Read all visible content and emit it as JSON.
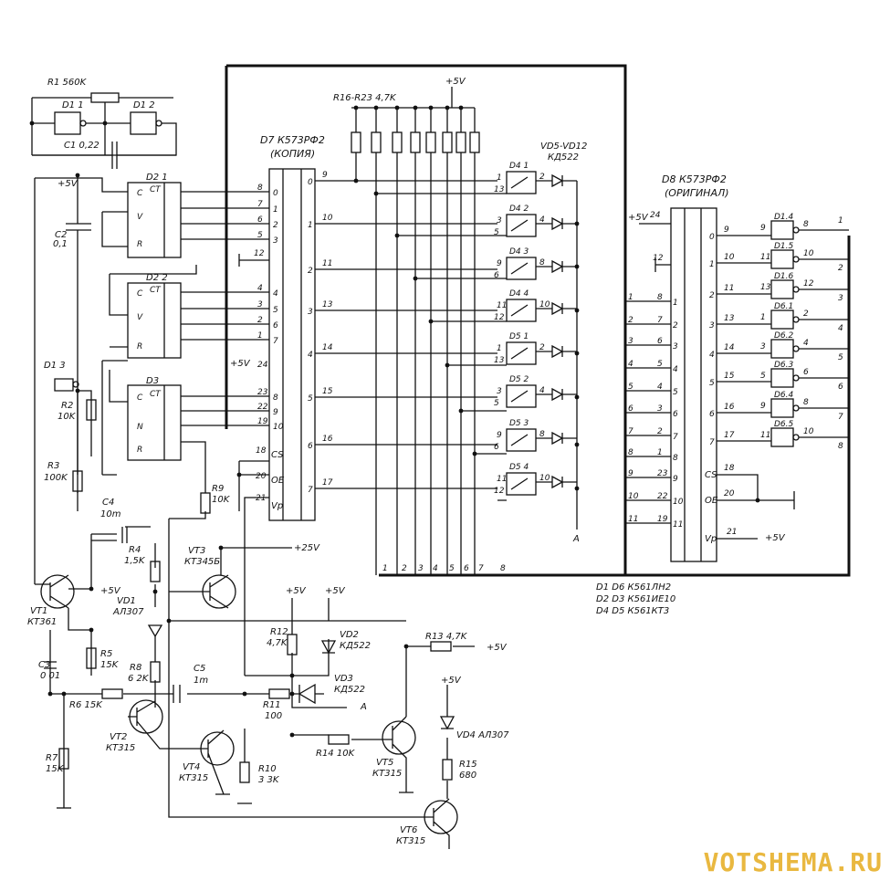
{
  "d7": {
    "title": "D7  К573РФ2",
    "subtitle": "(КОПИЯ)",
    "cs": "CS",
    "oe": "OE",
    "vp": "Vp"
  },
  "d8": {
    "title": "D8 К573РФ2",
    "subtitle": "(ОРИГИНАЛ)",
    "cs": "CS",
    "oe": "OE",
    "vp": "Vp"
  },
  "supply": {
    "p5": "+5V",
    "p25": "+25V"
  },
  "bus_label": "A",
  "legend": [
    "D1 D6  К561ЛН2",
    "D2 D3  К561ИЕ10",
    "D4 D5  К561КТ3"
  ],
  "parts": {
    "r1": "R1 560K",
    "r16": "R16-R23 4,7K",
    "vd5": "VD5-VD12",
    "kd522": "КД522",
    "c1": "C1 0,22",
    "c2": "C2",
    "c2v": "0,1",
    "r2": "R2",
    "r2v": "10K",
    "r3": "R3",
    "r3v": "100K",
    "c4": "C4",
    "c4v": "10m",
    "r4": "R4",
    "r4v": "1,5K",
    "r9": "R9",
    "r9v": "10K",
    "vt3": "VT3",
    "vt3t": "КТ345Б",
    "vt1": "VT1",
    "vt1t": "КТ361",
    "vd1": "VD1",
    "vd1t": "АЛ307",
    "r5": "R5",
    "r5v": "15K",
    "c3": "C3",
    "c3v": "0 01",
    "r8": "R8",
    "r8v": "6 2K",
    "c5": "C5",
    "c5v": "1m",
    "r6": "R6 15K",
    "vt2": "VT2",
    "vt2t": "КТ315",
    "r7": "R7",
    "r7v": "15K",
    "vt4": "VT4",
    "vt4t": "КТ315",
    "r10": "R10",
    "r10v": "3 3K",
    "r11": "R11",
    "r11v": "100",
    "r12": "R12",
    "r12v": "4,7K",
    "vd2": "VD2",
    "vd2t": "КД522",
    "vd3": "VD3",
    "vd3t": "КД522",
    "r13": "R13 4,7K",
    "r14": "R14 10K",
    "vt5": "VT5",
    "vt5t": "КТ315",
    "vd4": "VD4 АЛ307",
    "r15": "R15",
    "r15v": "680",
    "vt6": "VT6",
    "vt6t": "КТ315"
  },
  "gates": {
    "d1_1": "D1 1",
    "d1_2": "D1 2",
    "d1_3": "D1 3",
    "d2_1": "D2 1",
    "d2_2": "D2 2",
    "d3": "D3",
    "d4": [
      "D4 1",
      "D4 2",
      "D4 3",
      "D4 4",
      "D5 1",
      "D5 2",
      "D5 3",
      "D5 4"
    ],
    "d6": [
      "D1.4",
      "D1.5",
      "D1.6",
      "D6.1",
      "D6.2",
      "D6.3",
      "D6.4",
      "D6.5"
    ]
  },
  "watermark": "VOTSHEMA.RU"
}
